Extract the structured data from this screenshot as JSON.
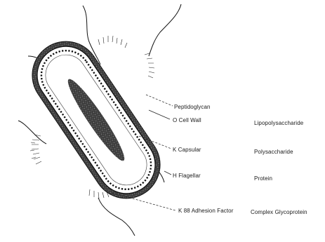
{
  "diagram": {
    "labels": [
      {
        "id": "peptidoglycan",
        "text": "Peptidoglycan",
        "composition": ""
      },
      {
        "id": "o-cell-wall",
        "text": "O  Cell Wall",
        "composition": "Lipopolysaccharide"
      },
      {
        "id": "k-capsular",
        "text": "K  Capsular",
        "composition": "Polysaccharide"
      },
      {
        "id": "h-flagellar",
        "text": "H  Flagellar",
        "composition": "Protein"
      },
      {
        "id": "k88-adhesion",
        "text": "K 88 Adhesion Factor",
        "composition": "Complex Glycoprotein"
      }
    ]
  }
}
